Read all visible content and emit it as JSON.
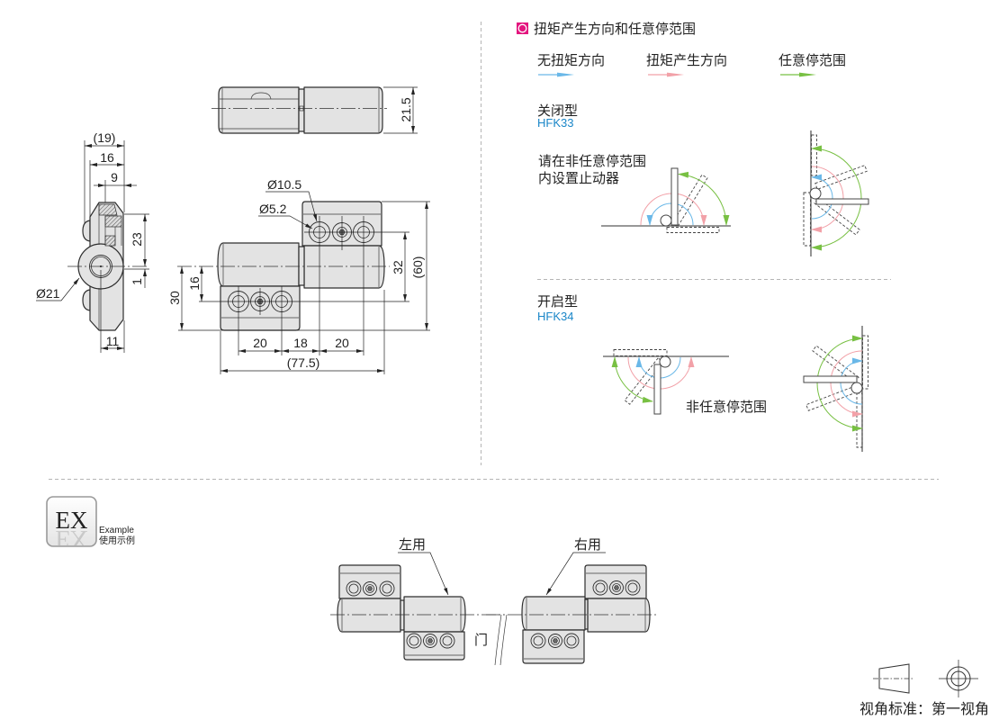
{
  "side_view": {
    "dim_overall_width": "(19)",
    "dim_width_16": "16",
    "dim_width_9": "9",
    "dim_height_23": "23",
    "dim_offset_1": "1",
    "dim_knuckle_dia": "Ø21",
    "dim_leaf_thickness": "11"
  },
  "top_view": {
    "dim_thickness": "21.5"
  },
  "front_view": {
    "dim_counterbore_dia": "Ø10.5",
    "dim_hole_dia": "Ø5.2",
    "dim_pitch": [
      "20",
      "18",
      "20"
    ],
    "dim_overall_length": "(77.5)",
    "dim_hole_spacing": "32",
    "dim_overall_height": "(60)",
    "dim_leaf_height": "30",
    "dim_hole_offset": "16"
  },
  "torque_panel": {
    "title": "扭矩产生方向和任意停范围",
    "title_icon": "circle-in-square-icon",
    "accent_color": "#e3157e",
    "model_color": "#1a86c8",
    "legend": [
      {
        "label": "无扭矩方向",
        "color": "#6ab8e8",
        "icon": "arrow-right-icon"
      },
      {
        "label": "扭矩产生方向",
        "color": "#f2a1a8",
        "icon": "arrow-right-icon"
      },
      {
        "label": "任意停范围",
        "color": "#78c043",
        "icon": "arrow-right-icon"
      }
    ],
    "closed_type": {
      "name": "关闭型",
      "model": "HFK33",
      "note": [
        "请在非任意停范围",
        "内设置止动器"
      ]
    },
    "open_type": {
      "name": "开启型",
      "model": "HFK34",
      "note": "非任意停范围"
    }
  },
  "example": {
    "badge": "EX",
    "label_en": "Example",
    "label_cn": "使用示例",
    "left_use": "左用",
    "right_use": "右用",
    "door": "门"
  },
  "view_standard": {
    "label": "视角标准：第一视角",
    "icon": "first-angle-projection-icon"
  }
}
